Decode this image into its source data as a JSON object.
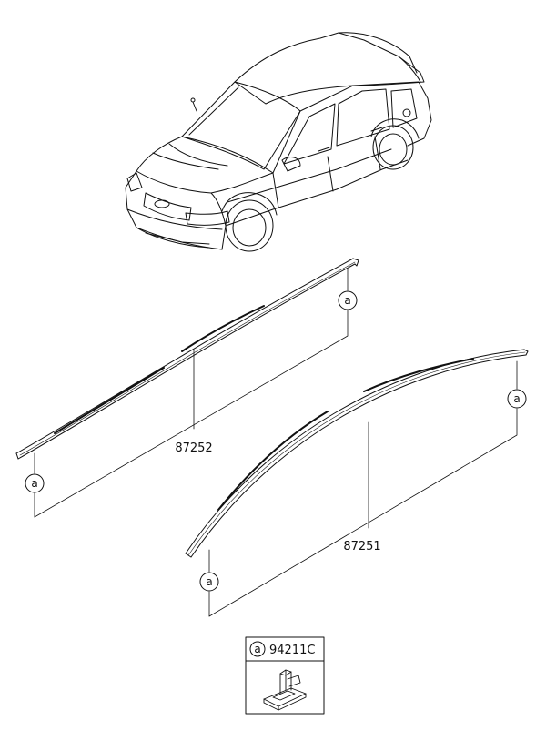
{
  "parts": [
    {
      "id": "rear",
      "number": "87252",
      "callout": "a"
    },
    {
      "id": "front",
      "number": "87251",
      "callout": "a"
    }
  ],
  "legend": {
    "callout": "a",
    "code": "94211C"
  }
}
